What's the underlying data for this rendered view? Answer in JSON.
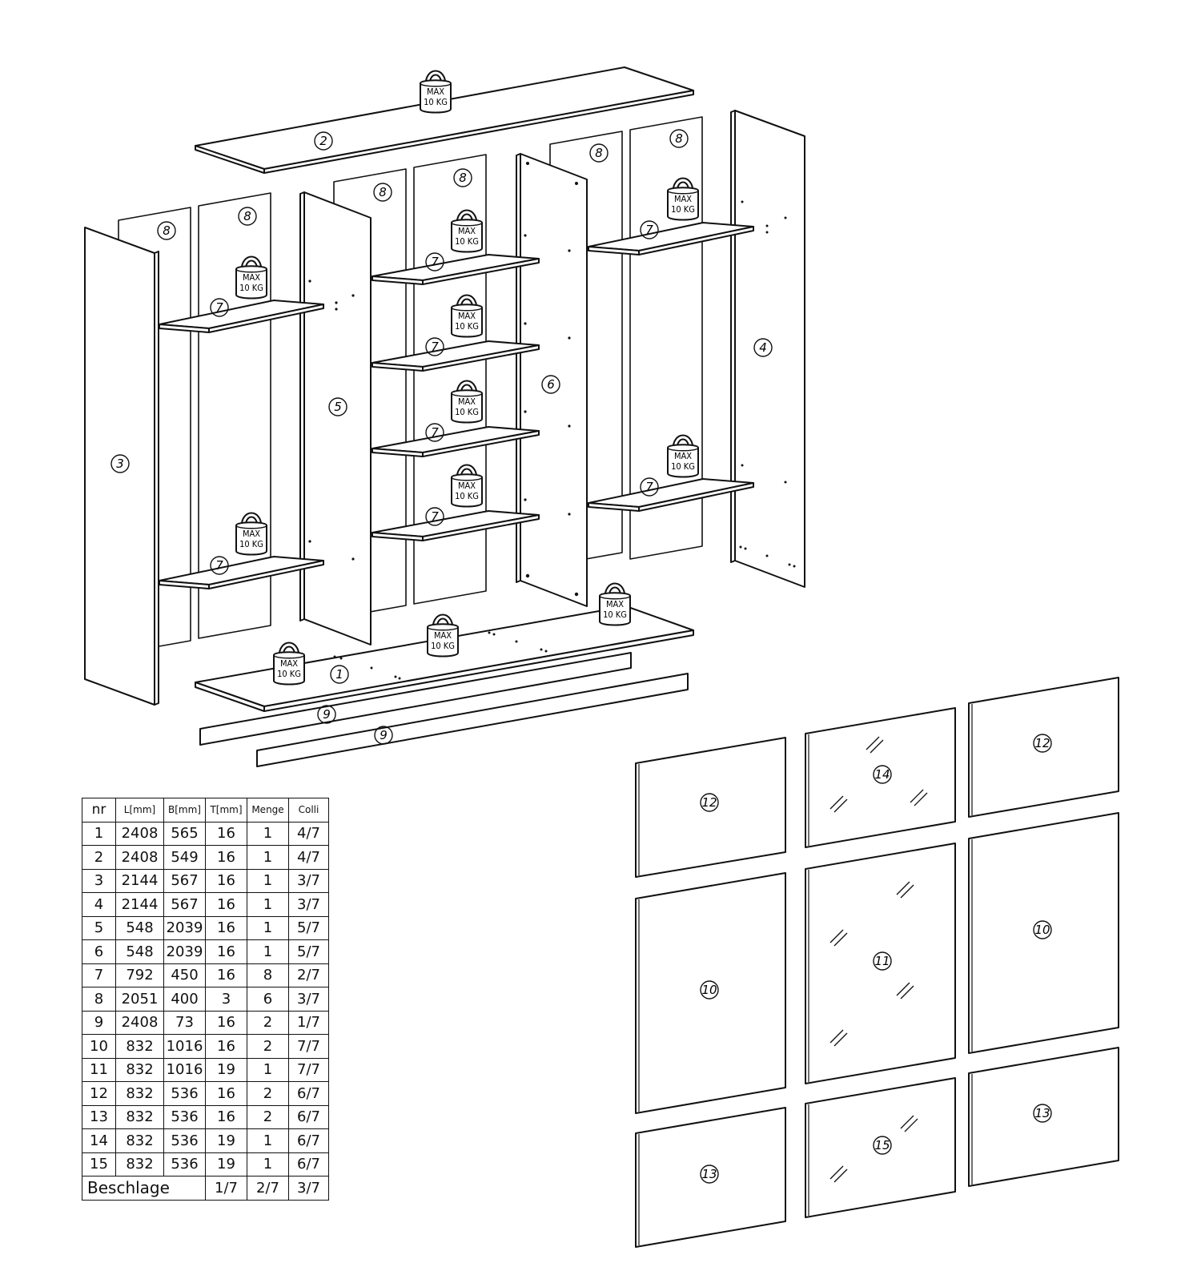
{
  "weight_label": {
    "line1": "MAX",
    "line2": "10 KG"
  },
  "callouts": {
    "n1": "1",
    "n2": "2",
    "n3": "3",
    "n4": "4",
    "n5": "5",
    "n6": "6",
    "n7": "7",
    "n8": "8",
    "n9": "9",
    "n10": "10",
    "n11": "11",
    "n12": "12",
    "n13": "13",
    "n14": "14",
    "n15": "15"
  },
  "parts_table": {
    "headers": [
      "nr",
      "L[mm]",
      "B[mm]",
      "T[mm]",
      "Menge",
      "Colli"
    ],
    "rows": [
      [
        "1",
        "2408",
        "565",
        "16",
        "1",
        "4/7"
      ],
      [
        "2",
        "2408",
        "549",
        "16",
        "1",
        "4/7"
      ],
      [
        "3",
        "2144",
        "567",
        "16",
        "1",
        "3/7"
      ],
      [
        "4",
        "2144",
        "567",
        "16",
        "1",
        "3/7"
      ],
      [
        "5",
        "548",
        "2039",
        "16",
        "1",
        "5/7"
      ],
      [
        "6",
        "548",
        "2039",
        "16",
        "1",
        "5/7"
      ],
      [
        "7",
        "792",
        "450",
        "16",
        "8",
        "2/7"
      ],
      [
        "8",
        "2051",
        "400",
        "3",
        "6",
        "3/7"
      ],
      [
        "9",
        "2408",
        "73",
        "16",
        "2",
        "1/7"
      ],
      [
        "10",
        "832",
        "1016",
        "16",
        "2",
        "7/7"
      ],
      [
        "11",
        "832",
        "1016",
        "19",
        "1",
        "7/7"
      ],
      [
        "12",
        "832",
        "536",
        "16",
        "2",
        "6/7"
      ],
      [
        "13",
        "832",
        "536",
        "16",
        "2",
        "6/7"
      ],
      [
        "14",
        "832",
        "536",
        "19",
        "1",
        "6/7"
      ],
      [
        "15",
        "832",
        "536",
        "19",
        "1",
        "6/7"
      ]
    ],
    "footer_label": "Beschlage",
    "footer_colli": [
      "1/7",
      "2/7",
      "3/7"
    ]
  }
}
